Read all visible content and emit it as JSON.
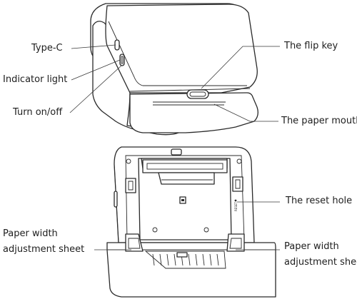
{
  "callouts": {
    "type_c": "Type-C",
    "indicator_light": "Indicator light",
    "turn_on_off": "Turn on/off",
    "flip_key": "The flip key",
    "paper_mouth": "The paper mouth",
    "reset_hole": "The reset hole",
    "paper_width_left_line1": "Paper width",
    "paper_width_left_line2": "adjustment sheet",
    "paper_width_right_line1": "Paper width",
    "paper_width_right_line2": "adjustment sheet"
  },
  "device_marks": {
    "reset_text": "RESET"
  }
}
